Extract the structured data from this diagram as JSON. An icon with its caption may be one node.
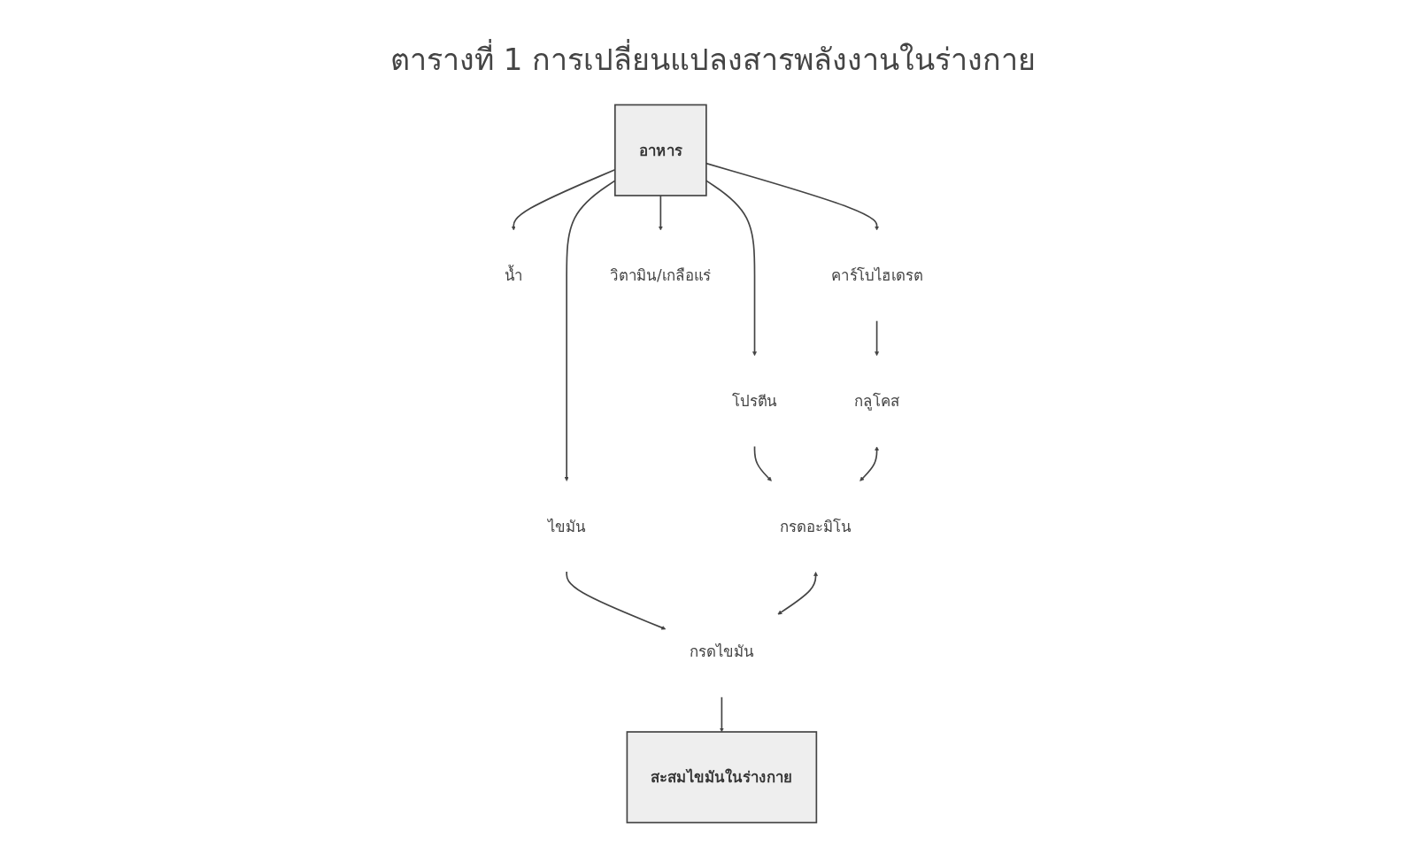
{
  "diagram": {
    "title": "ตารางที่ 1 การเปลี่ยนแปลงสารพลังงานในร่างกาย",
    "nodes": [
      {
        "text": [
          "อาหาร"
        ]
      },
      {
        "text": [
          "น้ำ"
        ]
      },
      {
        "text": [
          "คาร์โบไฮเดรต"
        ]
      },
      {
        "text": [
          "โปรตีน"
        ]
      },
      {
        "text": [
          "ไขมัน"
        ]
      },
      {
        "text": [
          "วิตามิน/เกลือแร่"
        ]
      },
      {
        "text": [
          "กลูโคส"
        ]
      },
      {
        "text": [
          "กรดอะมิโน"
        ]
      },
      {
        "text": [
          "กรดไขมัน"
        ]
      },
      {
        "text": [
          "สะสมไขมันในร่างกาย"
        ]
      }
    ],
    "edges": [
      {
        "from": 0,
        "to": 1,
        "arrow": "to"
      },
      {
        "from": 0,
        "to": 2,
        "arrow": "to"
      },
      {
        "from": 0,
        "to": 3,
        "arrow": "to"
      },
      {
        "from": 0,
        "to": 4,
        "arrow": "to"
      },
      {
        "from": 0,
        "to": 5,
        "arrow": "to"
      },
      {
        "from": 2,
        "to": 6,
        "arrow": "to"
      },
      {
        "from": 3,
        "to": 7,
        "arrow": "to"
      },
      {
        "from": 4,
        "to": 8,
        "arrow": "to"
      },
      {
        "from": 6,
        "to": 7,
        "arrow": "both"
      },
      {
        "from": 7,
        "to": 8,
        "arrow": "both"
      },
      {
        "from": 8,
        "to": 9,
        "arrow": "to"
      }
    ]
  }
}
